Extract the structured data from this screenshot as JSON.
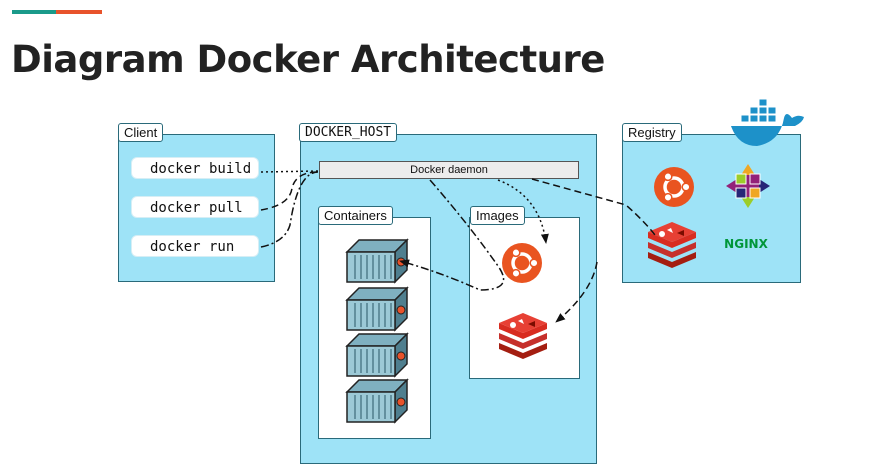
{
  "title": "Diagram Docker Architecture",
  "colors": {
    "accent_teal": "#1a9a8a",
    "accent_orange": "#e8532b",
    "panel_fill": "#9ee3f7",
    "panel_border": "#2a6a7a"
  },
  "client": {
    "label": "Client",
    "commands": [
      "docker build",
      "docker pull",
      "docker run"
    ]
  },
  "docker_host": {
    "label": "DOCKER_HOST",
    "daemon_label": "Docker daemon",
    "containers_label": "Containers",
    "images_label": "Images",
    "container_count": 4,
    "images": [
      "ubuntu-icon",
      "redis-icon"
    ]
  },
  "registry": {
    "label": "Registry",
    "icons": [
      "ubuntu-icon",
      "centos-icon",
      "redis-icon",
      "nginx-logo"
    ],
    "nginx_text": "NGINX"
  },
  "icons": {
    "registry_badge": "docker-whale-icon"
  }
}
